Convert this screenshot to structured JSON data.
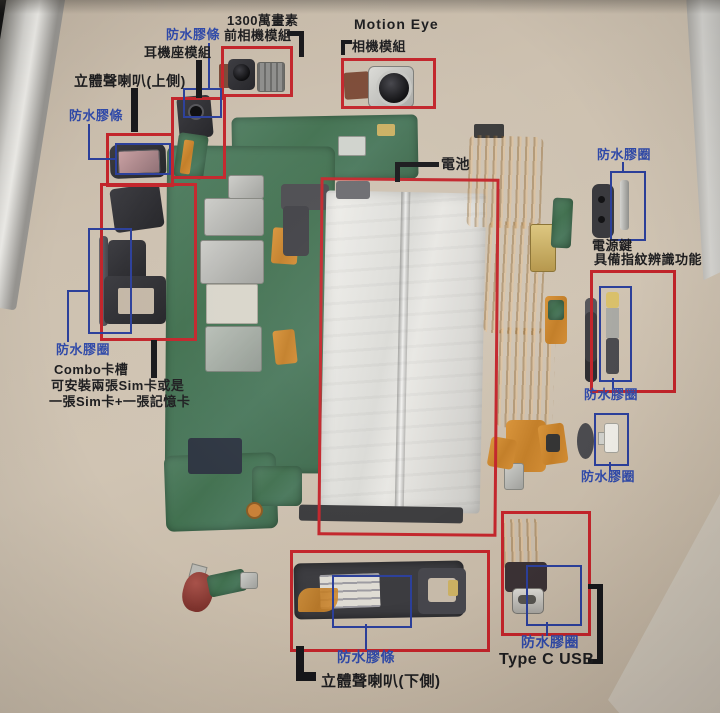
{
  "meta": {
    "description": "Annotated teardown photo of a smartphone showing mainboard, battery and waterproof components with Chinese callout labels"
  },
  "colors": {
    "annotation_red": "#c2242a",
    "annotation_blue": "#2b3f9a",
    "label_black": "#1d1d1f",
    "label_blue": "#2f49a8",
    "pcb_green": "#49795d",
    "flex_orange": "#cf8a33",
    "battery_white": "#e4e3df",
    "background_tan": "#c9bcaa"
  },
  "labels": {
    "waterproof_strip_top": "防水膠條",
    "front_cam_1": "1300萬畫素",
    "front_cam_2": "前相機模組",
    "motion_eye_1": "Motion Eye",
    "motion_eye_2": "相機模組",
    "headphone_jack": "耳機座模組",
    "speaker_top": "立體聲喇叭(上側)",
    "waterproof_strip_left": "防水膠條",
    "battery": "電池",
    "waterproof_ring_power": "防水膠圈",
    "power_key_1": "電源鍵",
    "power_key_2": "具備指紋辨識功能",
    "waterproof_ring_volume": "防水膠圈",
    "waterproof_ring_cambtn": "防水膠圈",
    "waterproof_ring_sim": "防水膠圈",
    "combo_1": "Combo卡槽",
    "combo_2": "可安裝兩張Sim卡或是",
    "combo_3": "一張Sim卡+一張記憶卡",
    "waterproof_strip_bottom": "防水膠條",
    "speaker_bottom": "立體聲喇叭(下側)",
    "waterproof_ring_usb": "防水膠圈",
    "type_c_usb": "Type C USB"
  }
}
